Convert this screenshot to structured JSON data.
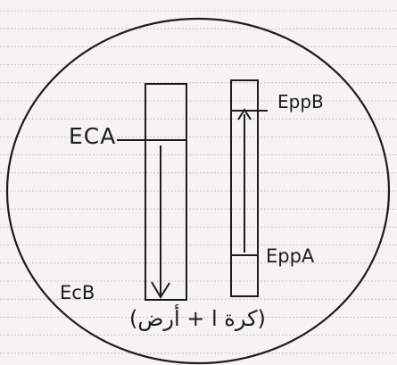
{
  "diagram": {
    "labels": {
      "eca": "ECA",
      "eppb": "EppB",
      "eppa": "EppA",
      "ecb": "EcB",
      "caption": "(كرة ا + أرض)"
    },
    "colors": {
      "paper": "#f5f4f0",
      "rule_line": "#b9b9b4",
      "ink": "#1c1c1c"
    }
  }
}
